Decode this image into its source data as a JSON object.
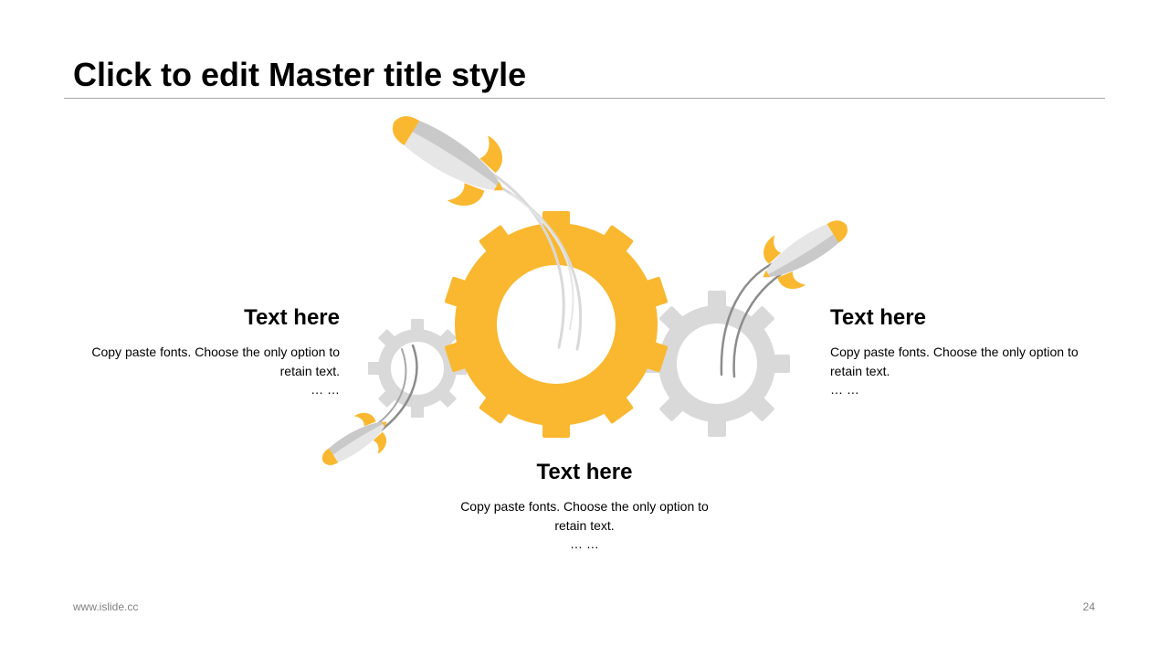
{
  "slide": {
    "title": "Click to edit Master title style"
  },
  "colors": {
    "accent_yellow": "#F9B830",
    "gear_grey": "#D9D9D9",
    "rocket_light": "#E6E6E6",
    "rocket_shade": "#C9C9C9",
    "trail_grey": "#8C8C8C",
    "footer_text": "#808080"
  },
  "illustration": {
    "gears": [
      "large-yellow-gear",
      "small-grey-gear",
      "medium-grey-gear"
    ],
    "rockets": [
      "large-rocket-icon",
      "small-rocket-icon",
      "right-rocket-icon"
    ]
  },
  "blocks": {
    "left": {
      "heading": "Text here",
      "body": "Copy paste fonts. Choose the only option to retain text.",
      "ellipsis": "… …"
    },
    "right": {
      "heading": "Text here",
      "body": "Copy paste fonts. Choose the only option to retain text.",
      "ellipsis": "… …"
    },
    "center": {
      "heading": "Text here",
      "body": "Copy paste fonts. Choose the only option to retain text.",
      "ellipsis": "… …"
    }
  },
  "footer": {
    "url": "www.islide.cc",
    "page_number": "24"
  }
}
